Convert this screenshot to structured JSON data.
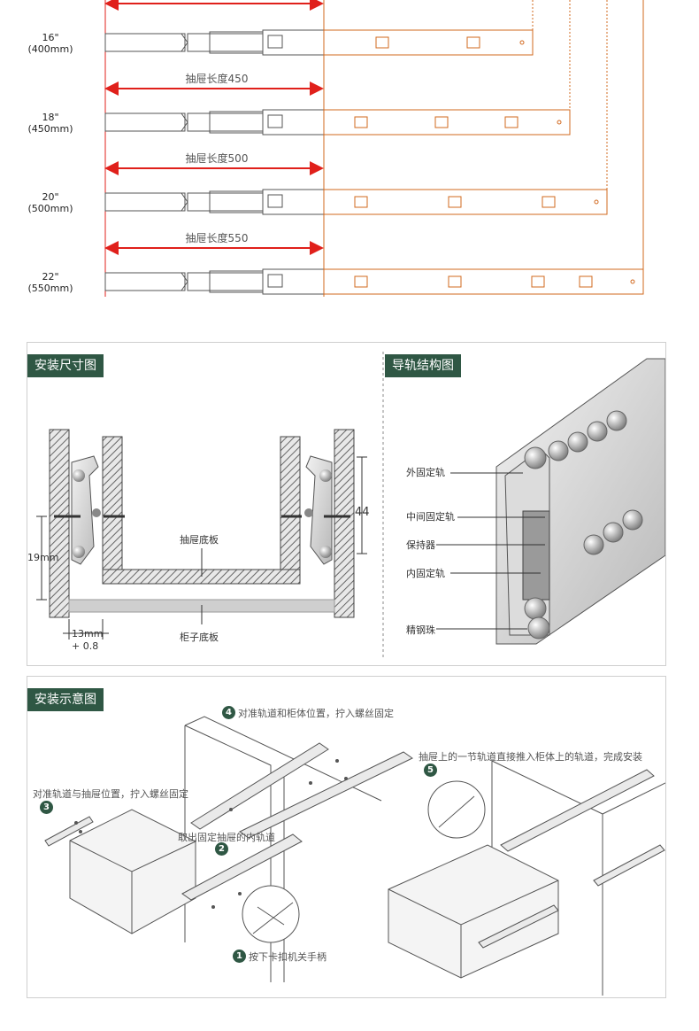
{
  "rail_chart": {
    "rows": [
      {
        "size": "16\"",
        "mm": "(400mm)"
      },
      {
        "size": "18\"",
        "mm": "(450mm)"
      },
      {
        "size": "20\"",
        "mm": "(500mm)"
      },
      {
        "size": "22\"",
        "mm": "(550mm)"
      }
    ],
    "drawer_lengths": [
      "抽屉长度450",
      "抽屉长度500",
      "抽屉长度550"
    ],
    "colors": {
      "arrow": "#e0201b",
      "rail_extension": "#d2691e",
      "rail": "#555555"
    }
  },
  "install_size": {
    "title": "安装尺寸图",
    "dim_44": "44",
    "dim_19": "19mm",
    "dim_13": "13mm",
    "dim_tol": "+ 0.8",
    "drawer_bottom": "抽屉底板",
    "cabinet_bottom": "柜子底板"
  },
  "rail_structure": {
    "title": "导轨结构图",
    "labels": [
      "外固定轨",
      "中间固定轨",
      "保持器",
      "内固定轨",
      "精钢珠"
    ]
  },
  "install_steps": {
    "title": "安装示意图",
    "steps": [
      {
        "num": "1",
        "text": "按下卡扣机关手柄"
      },
      {
        "num": "2",
        "text": "取出固定抽屉的内轨道"
      },
      {
        "num": "3",
        "text": "对准轨道与抽屉位置，拧入螺丝固定"
      },
      {
        "num": "4",
        "text": "对准轨道和柜体位置，拧入螺丝固定"
      },
      {
        "num": "5",
        "text": "抽屉上的一节轨道直接推入柜体上的轨道，完成安装"
      }
    ]
  },
  "theme": {
    "accent": "#2f5744"
  }
}
